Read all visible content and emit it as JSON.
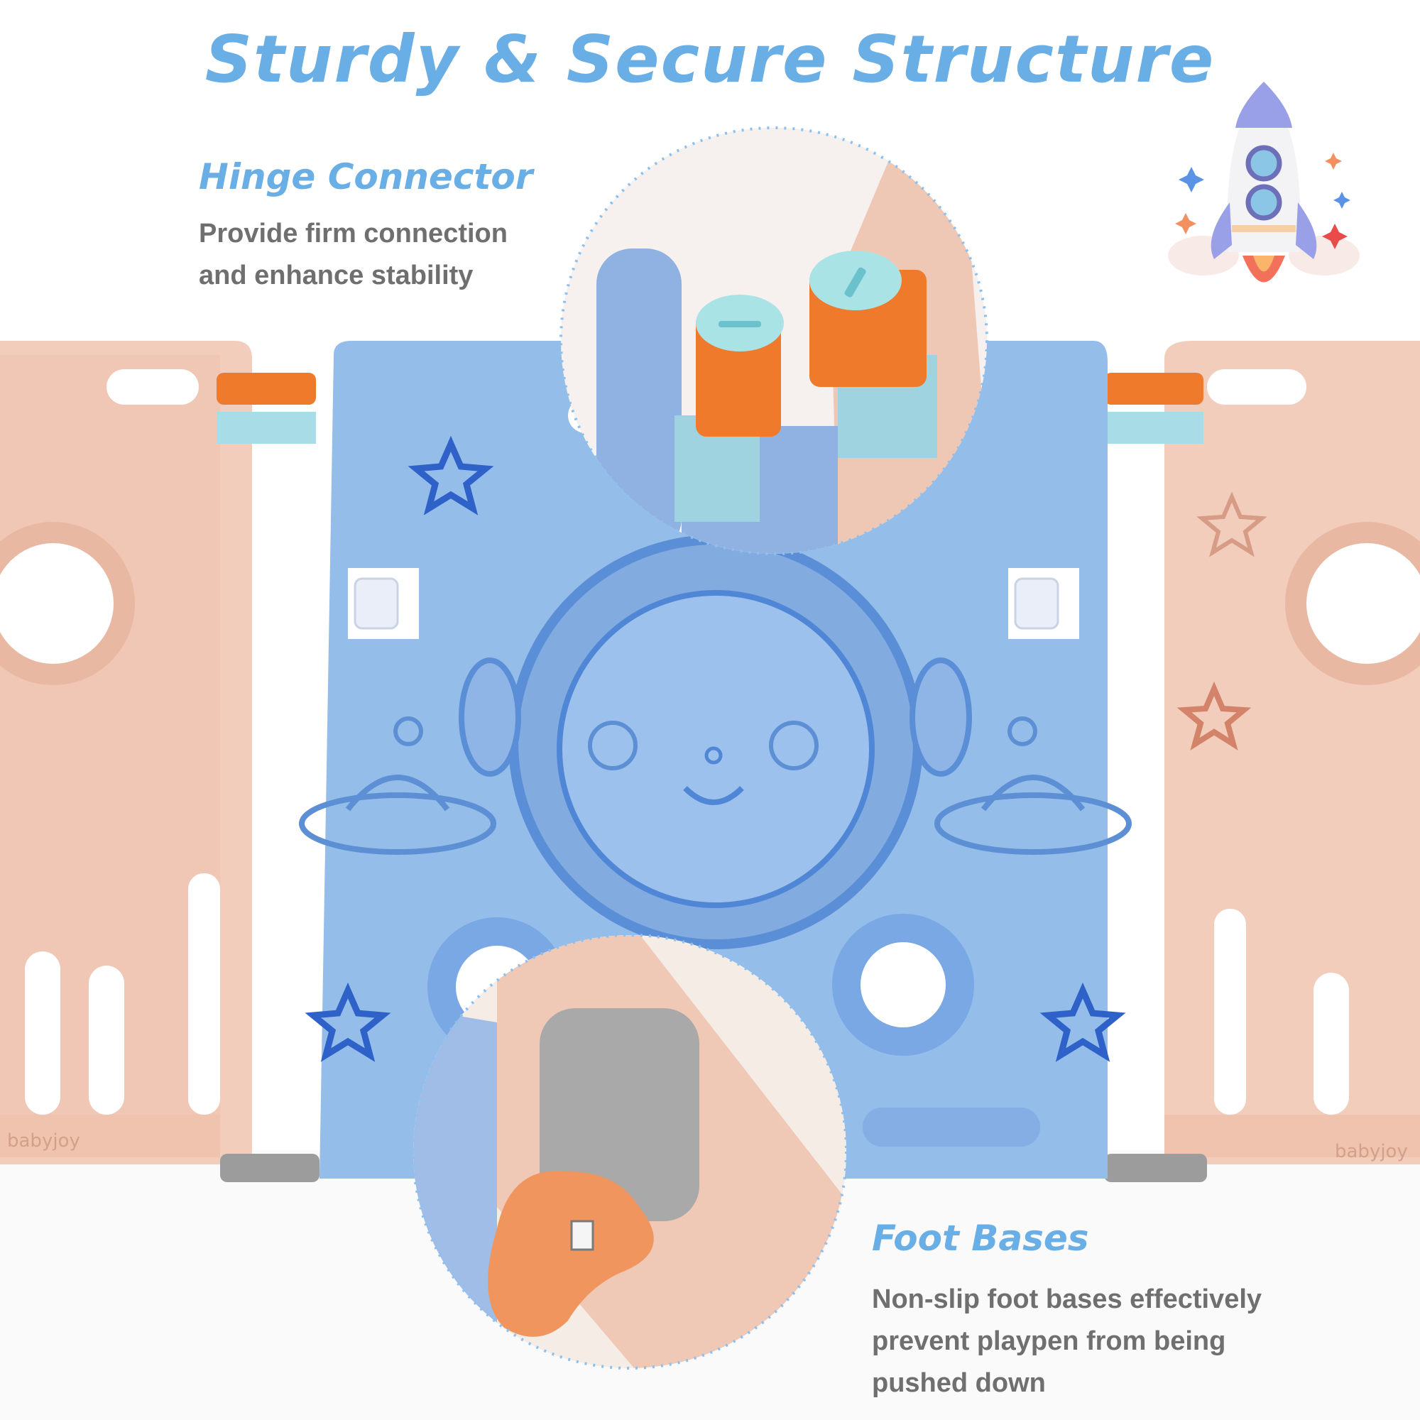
{
  "title": "Sturdy & Secure Structure",
  "features": {
    "hinge": {
      "heading": "Hinge Connector",
      "lines": [
        "Provide firm connection",
        "and enhance stability"
      ]
    },
    "foot": {
      "heading": "Foot Bases",
      "lines": [
        "Non-slip foot bases effectively",
        "prevent playpen from being",
        "pushed down"
      ]
    }
  },
  "brand_mark": "babyjoy",
  "colors": {
    "accent": "#6aaee6",
    "panel_blue": "#8eb8e8",
    "panel_pink": "#f0cdbd",
    "hinge_orange": "#f07a2c",
    "hinge_cap": "#9fe0e4",
    "text_gray": "#6f6f6f"
  },
  "icons": [
    "rocket-icon",
    "star-icon",
    "planet-icon",
    "ufo-icon",
    "sun-icon",
    "astronaut-icon"
  ]
}
